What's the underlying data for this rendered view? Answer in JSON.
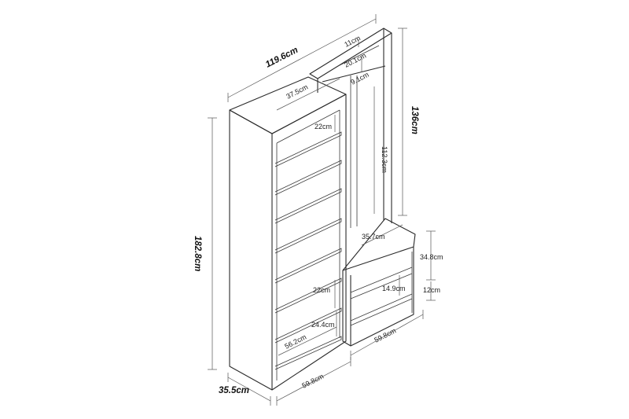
{
  "dimensions": {
    "total_width": "119.6cm",
    "top_depth": "37.5cm",
    "top_gap_11": "11cm",
    "top_gap_20": "20.1cm",
    "top_gap_9": "9.1cm",
    "rack_height": "136cm",
    "shelf_22_top": "22cm",
    "inner_height_112": "112.3cm",
    "total_height": "182.8cm",
    "bench_depth": "35.7cm",
    "bench_height": "34.8cm",
    "drawer_14": "14.9cm",
    "drawer_12": "12cm",
    "shelf_22_low": "22cm",
    "shelf_24": "24.4cm",
    "inner_width_56": "56.2cm",
    "bench_width": "59.8cm",
    "cabinet_width": "59.8cm",
    "total_depth": "35.5cm"
  }
}
